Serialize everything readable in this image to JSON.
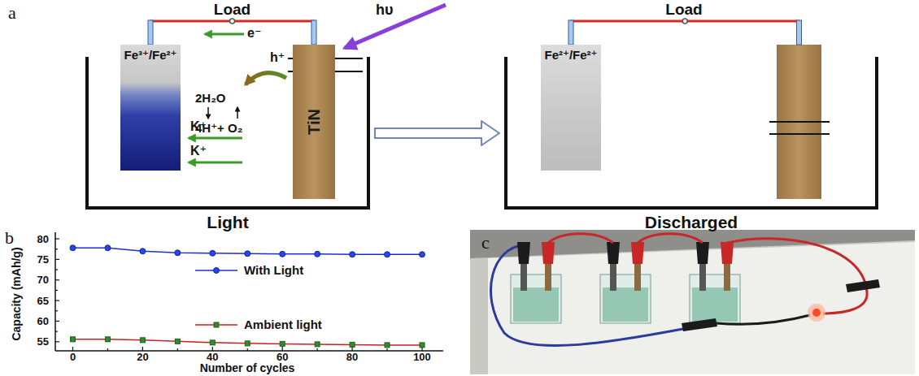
{
  "diagram": {
    "nodes": [
      {
        "text": [
          "Light"
        ]
      },
      {
        "text": [
          "Fe³⁺/Fe²⁺"
        ],
        "in": 0
      },
      {
        "text": [
          "TiN"
        ],
        "in": 0
      },
      {
        "text": [
          "Discharged"
        ]
      },
      {
        "text": [
          "Fe²⁺/Fe²⁺"
        ],
        "in": 3
      }
    ],
    "edges": [
      {
        "from": 1,
        "to": 2,
        "label": "Load",
        "arrow": "none"
      },
      {
        "from": 0,
        "to": 3,
        "arrow": "to"
      }
    ],
    "labels": [
      "a",
      "e⁻",
      "hυ",
      "h⁺",
      "K⁺",
      "K⁺",
      "2H₂O",
      "4H⁺+ O₂",
      "Load",
      "b",
      "80",
      "75",
      "70",
      "65",
      "60",
      "55",
      "0",
      "20",
      "40",
      "60",
      "80",
      "100",
      "Capacity (mAh/g)",
      "Number of cycles",
      "c"
    ],
    "legend": [
      {
        "text": "With Light"
      },
      {
        "text": "Ambient light"
      }
    ]
  }
}
